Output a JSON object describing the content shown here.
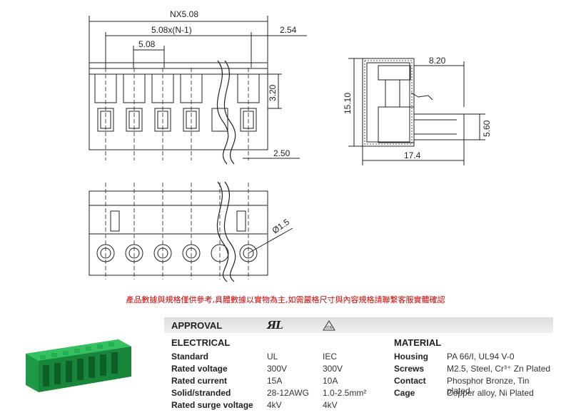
{
  "dimensions": {
    "overall": "NX5.08",
    "pitch_span": "5.08x(N-1)",
    "pitch": "5.08",
    "edge": "2.54",
    "height_3_20": "3.20",
    "bottom_2_50": "2.50",
    "side_8_20": "8.20",
    "side_15_10": "15.10",
    "side_5_60": "5.60",
    "side_17_4": "17.4",
    "hole_dia": "Ø1.5"
  },
  "notice": "產品數據與規格僅供參考,具體數據以實物為主,如需嚴格尺寸與內容規格請聯繫客服實體確認",
  "approval": {
    "label": "APPROVAL",
    "ul_mark": "ЯL"
  },
  "electrical": {
    "heading": "ELECTRICAL",
    "rows": [
      {
        "label": "Standard",
        "ul": "UL",
        "iec": "IEC"
      },
      {
        "label": "Rated voltage",
        "ul": "300V",
        "iec": "300V"
      },
      {
        "label": "Rated current",
        "ul": "15A",
        "iec": "10A"
      },
      {
        "label": "Solid/stranded",
        "ul": "28-12AWG",
        "iec": "1.0-2.5mm²"
      },
      {
        "label": "Rated surge voltage",
        "ul": "4kV",
        "iec": "4kV"
      }
    ]
  },
  "material": {
    "heading": "MATERIAL",
    "rows": [
      {
        "label": "Housing",
        "value": "PA 66/I, UL94 V-0"
      },
      {
        "label": "Screws",
        "value": "M2.5, Steel, Cr³⁺ Zn Plated"
      },
      {
        "label": "Contact",
        "value": "Phosphor Bronze, Tin plated"
      },
      {
        "label": "Cage",
        "value": "Copper alloy, Ni Plated"
      }
    ]
  },
  "colors": {
    "notice": "#cc0000",
    "product_green": "#1fa64a",
    "bar": "#e4e4e4"
  }
}
